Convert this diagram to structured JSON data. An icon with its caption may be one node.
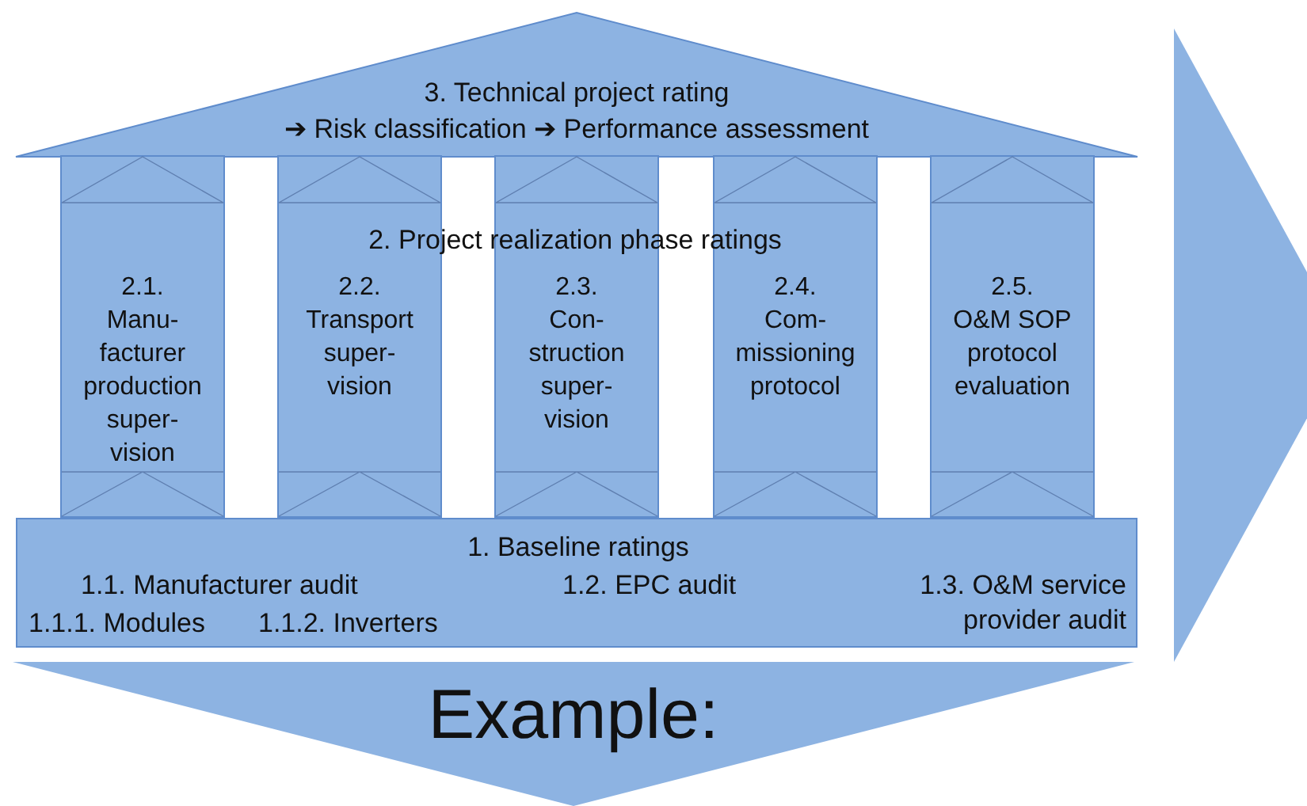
{
  "diagram": {
    "nodes": [
      {
        "text": [
          "3. Technical project rating",
          "➔ Risk classification ➔ Performance assessment"
        ]
      },
      {
        "text": [
          "2.1.",
          "Manu- facturer production super- vision"
        ]
      },
      {
        "text": [
          "2.2.",
          "Transport super- vision"
        ]
      },
      {
        "text": [
          "2.3.",
          "Con- struction super- vision"
        ]
      },
      {
        "text": [
          "2.4.",
          "Com- missioning protocol"
        ]
      },
      {
        "text": [
          "2.5.",
          "O&M SOP protocol evaluation"
        ]
      },
      {
        "text": [
          "1. Baseline ratings",
          "1.1. Manufacturer audit",
          "1.2. EPC audit",
          "1.1.1. Modules",
          "1.1.2. Inverters",
          "1.3. O&M service provider audit"
        ]
      },
      {
        "text": [
          "Example:"
        ]
      },
      {
        "text": [],
        "shape": "arrow"
      }
    ],
    "edges": [],
    "labels": [
      "2. Project realization phase ratings"
    ]
  }
}
